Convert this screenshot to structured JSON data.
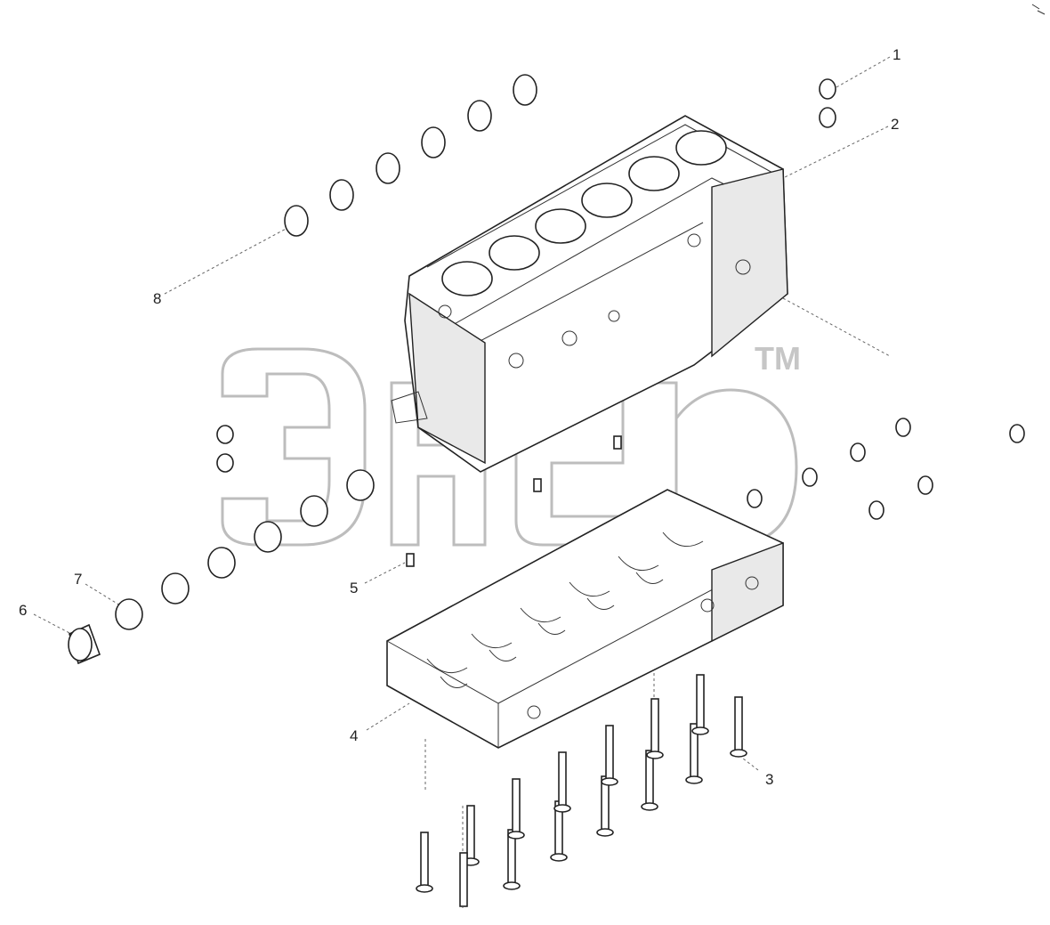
{
  "diagram": {
    "kind": "exploded parts diagram",
    "callouts": [
      "1",
      "2",
      "3",
      "4",
      "5",
      "6",
      "7",
      "8"
    ],
    "watermark": {
      "logo": "эпеб",
      "mark": "TM"
    },
    "colors": {
      "ink": "#222222",
      "leader": "#666666",
      "watermark": "#bdbdbd",
      "background": "#ffffff"
    }
  }
}
